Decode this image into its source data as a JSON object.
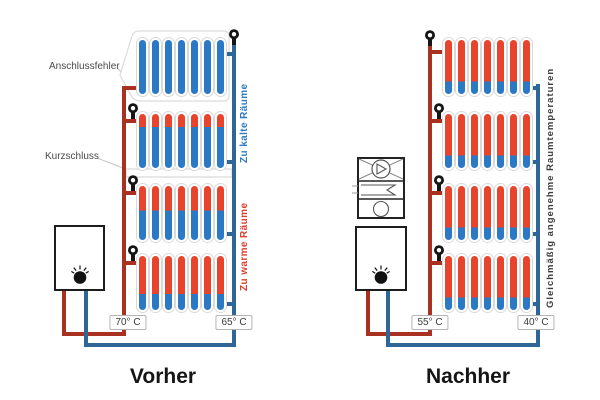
{
  "titles": {
    "before": "Vorher",
    "after": "Nachher"
  },
  "before": {
    "annotations": {
      "connection_error": "Anschlussfehler",
      "short_circuit": "Kurzschluss"
    },
    "cold_rooms_label": "Zu kalte Räume",
    "warm_rooms_label": "Zu warme Räume",
    "supply_temp": "70° C",
    "return_temp": "65° C",
    "radiators": [
      {
        "red_pct": 0
      },
      {
        "red_pct": 24
      },
      {
        "red_pct": 45
      },
      {
        "red_pct": 70
      }
    ]
  },
  "after": {
    "side_label": "Gleichmäßig angenehme Raumtemperaturen",
    "supply_temp": "55° C",
    "return_temp": "40° C",
    "radiators": [
      {
        "red_pct": 77
      },
      {
        "red_pct": 77
      },
      {
        "red_pct": 77
      },
      {
        "red_pct": 77
      }
    ]
  },
  "radiator_tube_count": 7,
  "icons": {
    "valve": "lollipop valve head (black ring on stem)",
    "flame": "black burner flame dot with spark lines",
    "pump_unit": "pump circle with triangle, check-valve flag, gauge circle"
  },
  "colors": {
    "tube-red": "#e8432c",
    "tube-blue": "#2b79c5",
    "pipe-red": "#a93122",
    "pipe-blue": "#2d6697",
    "cold-label": "#2f7bc3",
    "warm-label": "#d9402e",
    "after-label": "#3d3d3d"
  }
}
